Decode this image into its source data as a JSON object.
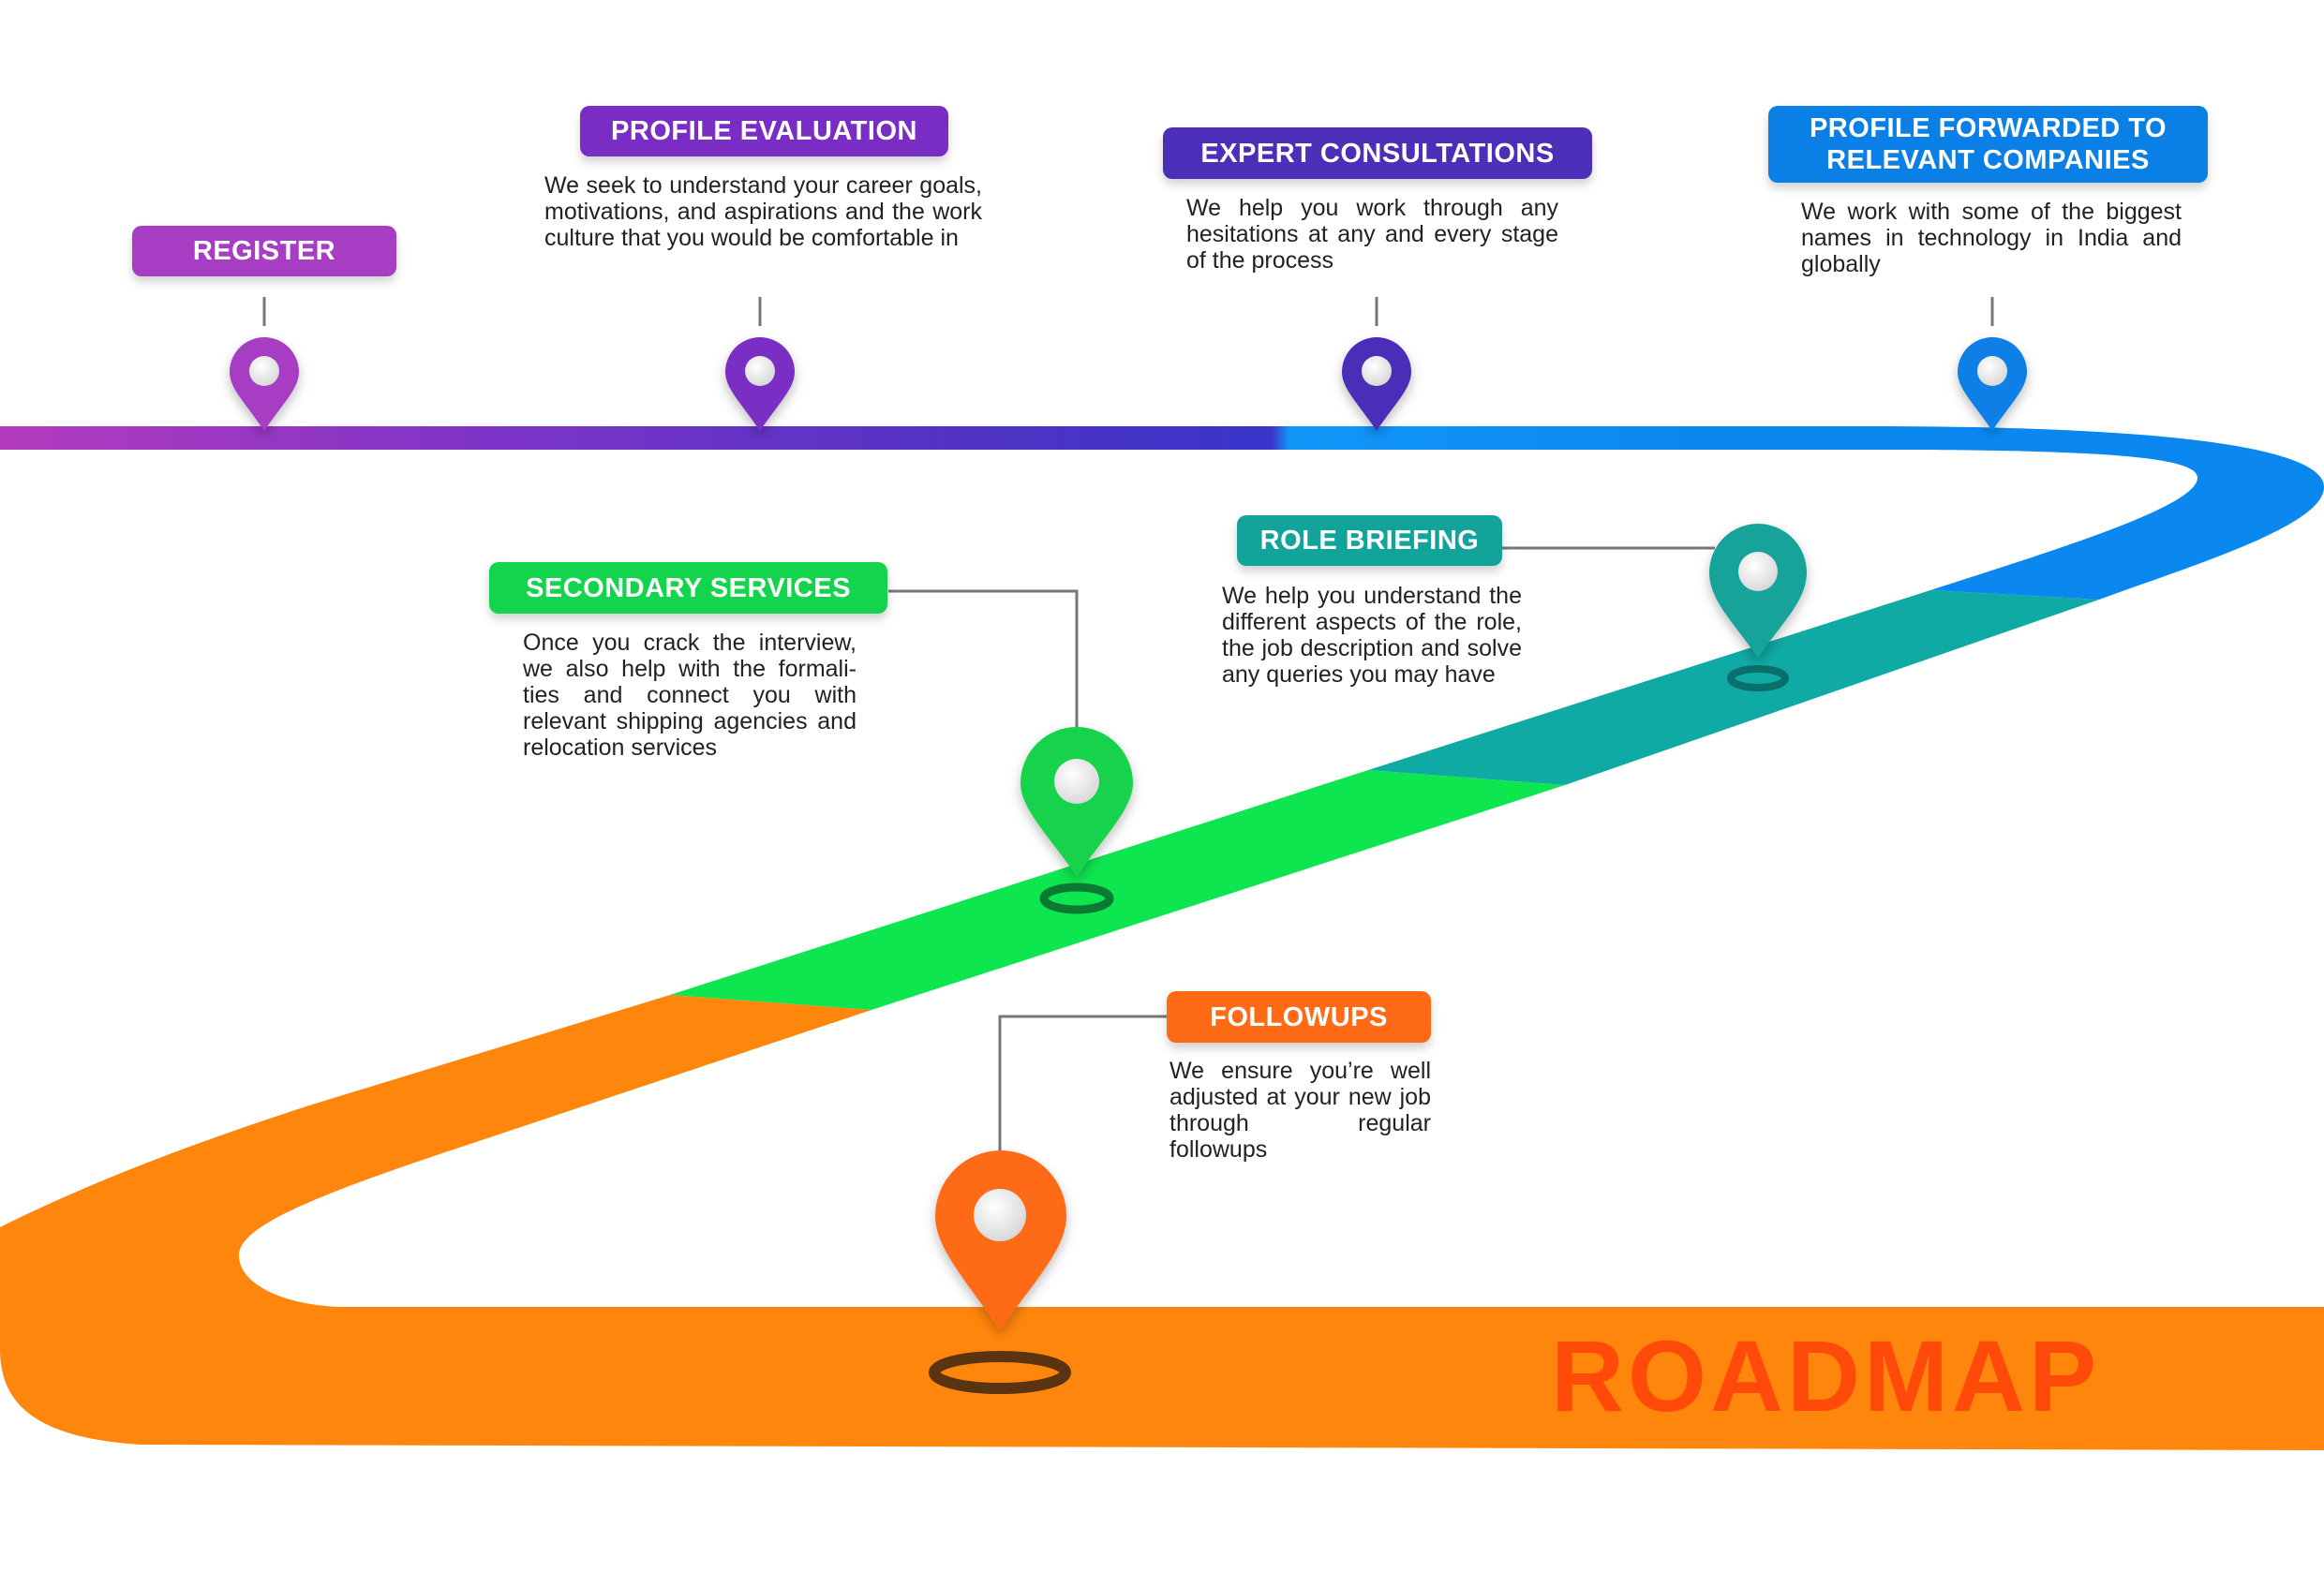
{
  "title": "ROADMAP",
  "colors": {
    "register": "#a63dc2",
    "profile_evaluation": "#7a2dc4",
    "expert_consultations": "#4b2fb8",
    "profile_forwarded": "#0a7fe6",
    "role_briefing": "#12a39a",
    "secondary_services": "#14d34c",
    "followups": "#ff7a12",
    "title": "#ff4a0a"
  },
  "steps": {
    "register": {
      "label": "REGISTER",
      "description": ""
    },
    "profile_evaluation": {
      "label": "PROFILE EVALUATION",
      "description": "We seek to understand your career goals, motivations, and aspirations and the work culture that you would be comfortable in"
    },
    "expert_consultations": {
      "label": "EXPERT CONSULTATIONS",
      "description": "We help you work through any hesitations at any and every stage of the process"
    },
    "profile_forwarded": {
      "label": "PROFILE FORWARDED TO\nRELEVANT COMPANIES",
      "description": "We work with some of the biggest names in technology in India and globally"
    },
    "role_briefing": {
      "label": "ROLE BRIEFING",
      "description": "We help you understand the different aspects of the role, the job description and solve any queries you may have"
    },
    "secondary_services": {
      "label": "SECONDARY SERVICES",
      "description": "Once you crack the interview, we also help with the formali-ties and connect you with relevant shipping agencies and relocation services"
    },
    "followups": {
      "label": "FOLLOWUPS",
      "description": "We ensure you’re well adjusted at your new job through regular followups"
    }
  },
  "icons": {
    "pin": "map-pin-icon",
    "ground": "pin-shadow-icon"
  }
}
